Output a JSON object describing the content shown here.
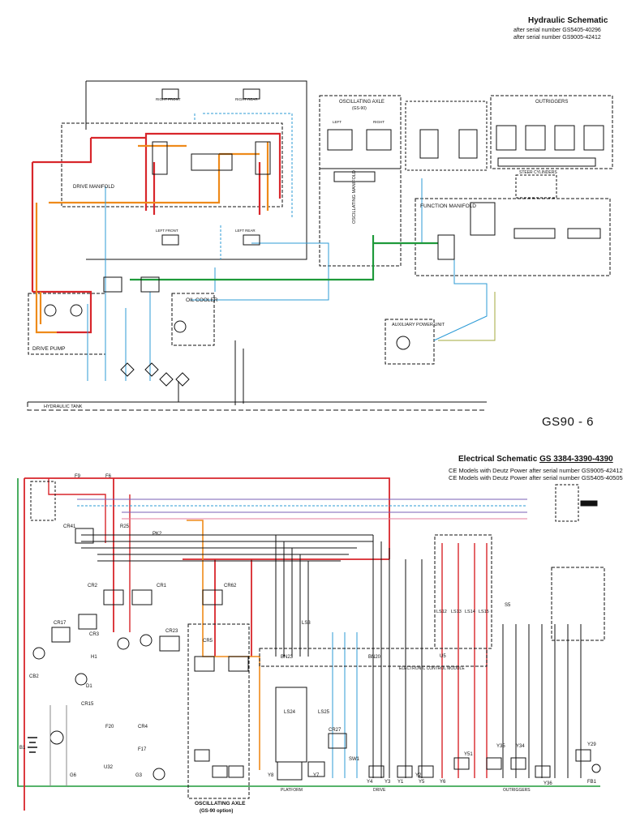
{
  "hydraulic": {
    "title": "Hydraulic Schematic",
    "serial_1": "after serial number GS5405-40296",
    "serial_2": "after serial number GS9005-42412",
    "labels": {
      "drive_manifold": "DRIVE MANIFOLD",
      "drive_pump": "DRIVE PUMP",
      "oil_cooler": "OIL COOLER",
      "hydraulic_tank": "HYDRAULIC TANK",
      "oscillating_axle": "OSCILLATING AXLE",
      "oscillating_axle_note": "(GS-90)",
      "oscillating_manifold": "OSCILLATING MANIFOLD",
      "function_manifold": "FUNCTION MANIFOLD",
      "auxiliary_power_unit": "AUXILIARY POWER UNIT",
      "outriggers": "OUTRIGGERS",
      "steer_cylinders": "STEER CYLINDERS",
      "right_front": "RIGHT FRONT",
      "right_rear": "RIGHT REAR",
      "left_front": "LEFT FRONT",
      "left_rear": "LEFT REAR",
      "left": "LEFT",
      "right": "RIGHT"
    }
  },
  "model_label": "GS90 - 6",
  "electrical": {
    "title_prefix": "Electrical Schematic ",
    "title_models": "GS 3384-3390-4390",
    "ce_line_1": "CE Models with Deutz Power after serial number GS9005-42412",
    "ce_line_2": "CE Models with Deutz Power after serial number GS5405-40505",
    "labels": {
      "f9": "F9",
      "f6": "F6",
      "cr41": "CR41",
      "r25": "R25",
      "pk2": "PK2",
      "cr2": "CR2",
      "cr1": "CR1",
      "cr62": "CR62",
      "cr3": "CR3",
      "cr23": "CR23",
      "cr17": "CR17",
      "cr15": "CR15",
      "cr4": "CR4",
      "cr5": "CR5",
      "cr27": "CR27",
      "h1": "H1",
      "g6": "G6",
      "g3": "G3",
      "f20": "F20",
      "f17": "F17",
      "u32": "U32",
      "d1": "D1",
      "b1": "B1",
      "cb2": "CB2",
      "u5": "U5",
      "bn23": "BN23",
      "bn20": "BN20",
      "ls3": "LS3",
      "ls24": "LS24",
      "ls25": "LS25",
      "ls12": "LS12",
      "ls13": "LS13",
      "ls14": "LS14",
      "ls15": "LS15",
      "s5": "S5",
      "sw1": "SW1",
      "y1": "Y1",
      "y5": "Y5",
      "y6": "Y6",
      "y8": "Y8",
      "y7": "Y7",
      "y29": "Y29",
      "y34": "Y34",
      "y35": "Y35",
      "y36": "Y36",
      "y51": "Y51",
      "y4": "Y4",
      "y3": "Y3",
      "y2": "Y2",
      "fb1": "FB1",
      "platform": "PLATFORM",
      "drive": "DRIVE",
      "oscillating_axle_opt": "OSCILLATING AXLE",
      "oscillating_axle_opt_note": "(GS-90 option)",
      "outriggers": "OUTRIGGERS",
      "electronic_control_module": "ELECTRONIC CONTROL MODULE"
    }
  },
  "colors": {
    "red": "#d8262b",
    "orange": "#ee8a1a",
    "green": "#1e9a3a",
    "blue": "#2d9bd6",
    "black": "#111111",
    "olive": "#a3a83c",
    "purple": "#7a5fb4",
    "pink": "#e47d9c",
    "gray": "#888888"
  }
}
